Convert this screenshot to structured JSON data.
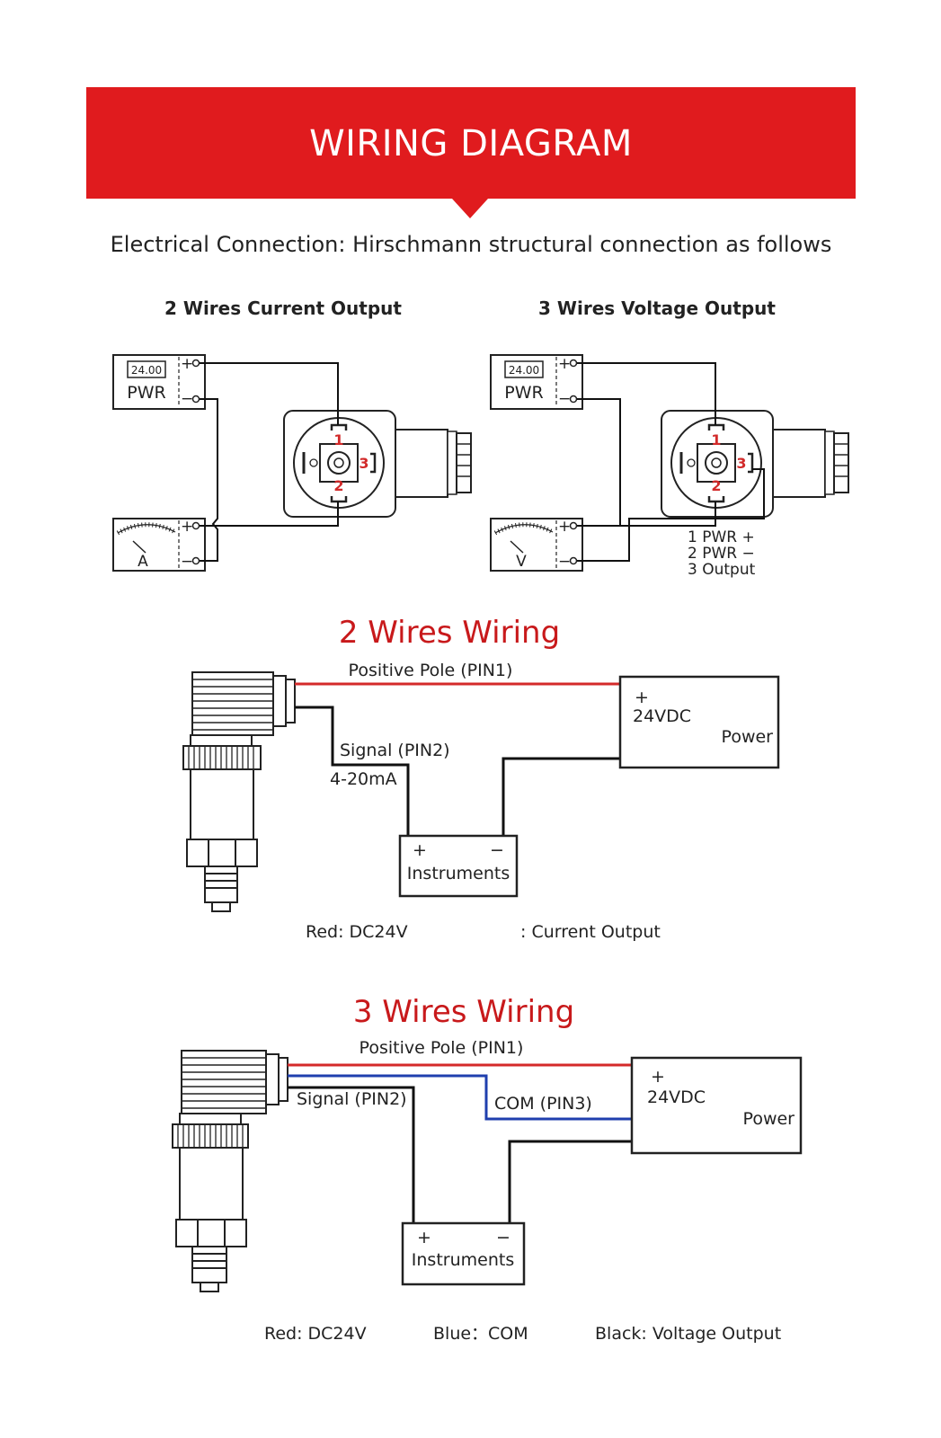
{
  "banner": {
    "title": "WIRING DIAGRAM",
    "color": "#e01b1e"
  },
  "intro": "Electrical Connection: Hirschmann structural connection as follows",
  "top_left": {
    "title": "2 Wires Current Output",
    "display_value": "24.00",
    "pwr_label": "PWR",
    "meter_label": "A",
    "plus": "+",
    "minus": "−",
    "pin1": "1",
    "pin2": "2",
    "pin3": "3"
  },
  "top_right": {
    "title": "3 Wires Voltage Output",
    "display_value": "24.00",
    "pwr_label": "PWR",
    "meter_label": "V",
    "plus": "+",
    "minus": "−",
    "pin1": "1",
    "pin2": "2",
    "pin3": "3",
    "legend": [
      "1 PWR +",
      "2 PWR −",
      "3 Output"
    ]
  },
  "two_wire": {
    "title": "2 Wires Wiring",
    "positive_pole": "Positive Pole (PIN1)",
    "signal": "Signal (PIN2)",
    "current_range": "4-20mA",
    "power_plus": "+",
    "power_voltage": "24VDC",
    "power_label": "Power",
    "instr_plus": "+",
    "instr_minus": "−",
    "instr_label": "Instruments",
    "legend_red": "Red: DC24V",
    "legend_black": ": Current Output"
  },
  "three_wire": {
    "title": "3 Wires Wiring",
    "positive_pole": "Positive Pole (PIN1)",
    "signal": "Signal (PIN2)",
    "com": "COM (PIN3)",
    "power_plus": "+",
    "power_voltage": "24VDC",
    "power_label": "Power",
    "instr_plus": "+",
    "instr_minus": "−",
    "instr_label": "Instruments",
    "legend_red": "Red: DC24V",
    "legend_blue": "Blue：COM",
    "legend_black": "Black: Voltage Output"
  },
  "colors": {
    "red_wire": "#d42a2a",
    "blue_wire": "#1f3fae",
    "black_wire": "#111111",
    "pin_label": "#d22a2a"
  }
}
